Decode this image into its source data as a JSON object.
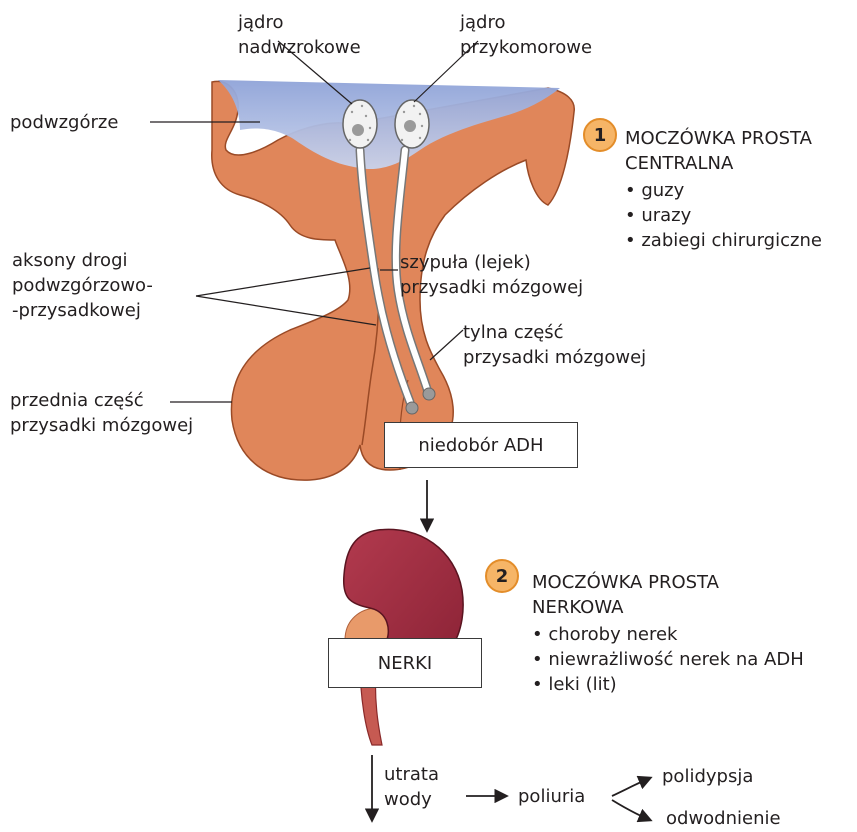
{
  "labels": {
    "nucleus_supraoptic": [
      "jądro",
      "nadwzrokowe"
    ],
    "nucleus_paraventricular": [
      "jądro",
      "przykomorowe"
    ],
    "hypothalamus": "podwzgórze",
    "axons": [
      "aksony drogi",
      "podwzgórzowo-",
      "-przysadkowej"
    ],
    "stalk": [
      "szypuła (lejek)",
      "przysadki mózgowej"
    ],
    "posterior": [
      "tylna część",
      "przysadki mózgowej"
    ],
    "anterior": [
      "przednia część",
      "przysadki mózgowej"
    ],
    "adh_box": "niedobór ADH",
    "kidney_box": "NERKI",
    "water_loss": [
      "utrata",
      "wody"
    ],
    "polyuria": "poliuria",
    "polydipsia": "polidypsja",
    "dehydration": "odwodnienie"
  },
  "central": {
    "number": "1",
    "title": [
      "MOCZÓWKA PROSTA",
      "CENTRALNA"
    ],
    "causes": [
      "guzy",
      "urazy",
      "zabiegi chirurgiczne"
    ]
  },
  "nephrogenic": {
    "number": "2",
    "title": [
      "MOCZÓWKA PROSTA",
      "NERKOWA"
    ],
    "causes": [
      "choroby nerek",
      "niewrażliwość nerek na ADH",
      "leki (lit)"
    ]
  },
  "colors": {
    "tissue": "#e0865a",
    "tissue_outline": "#9a4a26",
    "hypothalamus_blue": "#9fb0db",
    "kidney": "#9c2a3d",
    "badge": "#f6b567"
  }
}
